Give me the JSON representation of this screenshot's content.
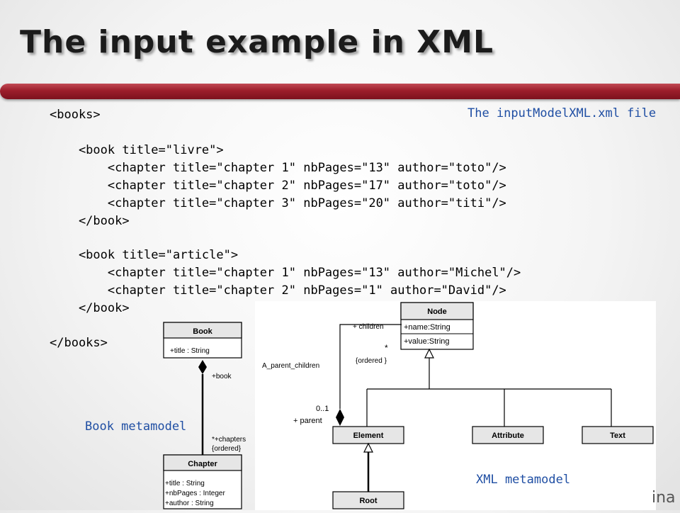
{
  "slide": {
    "title": "The input example in XML",
    "file_caption": "The inputModelXML.xml file"
  },
  "xml_lines": [
    "<books>",
    "    <book title=\"livre\">",
    "        <chapter title=\"chapter 1\" nbPages=\"13\" author=\"toto\"/>",
    "        <chapter title=\"chapter 2\" nbPages=\"17\" author=\"toto\"/>",
    "        <chapter title=\"chapter 3\" nbPages=\"20\" author=\"titi\"/>",
    "    </book>",
    "    <book title=\"article\">",
    "        <chapter title=\"chapter 1\" nbPages=\"13\" author=\"Michel\"/>",
    "        <chapter title=\"chapter 2\" nbPages=\"1\" author=\"David\"/>",
    "    </book>",
    "</books>"
  ],
  "book_metamodel": {
    "caption": "Book metamodel",
    "book_class": {
      "name": "Book",
      "attributes": [
        "+title : String"
      ]
    },
    "chapter_class": {
      "name": "Chapter",
      "attributes": [
        "+title : String",
        "+nbPages : Integer",
        "+author : String"
      ]
    },
    "role_book": "+book",
    "role_chapters": "*+chapters",
    "role_ordered": "{ordered}"
  },
  "xml_metamodel": {
    "caption": "XML metamodel",
    "node_class": {
      "name": "Node",
      "attributes": [
        "+name:String",
        "+value:String"
      ]
    },
    "element_class": "Element",
    "attribute_class": "Attribute",
    "text_class": "Text",
    "root_class": "Root",
    "assoc_name": "A_parent_children",
    "role_children": "+ children",
    "children_multiplicity": "*",
    "children_ordered": "{ordered }",
    "parent_multiplicity": "0..1",
    "role_parent": "+ parent"
  },
  "logo_fragment": "ina",
  "colors": {
    "accent_bar": "#9c1e2b",
    "caption_blue": "#1f4ea3",
    "uml_header": "#e6e6e6"
  }
}
